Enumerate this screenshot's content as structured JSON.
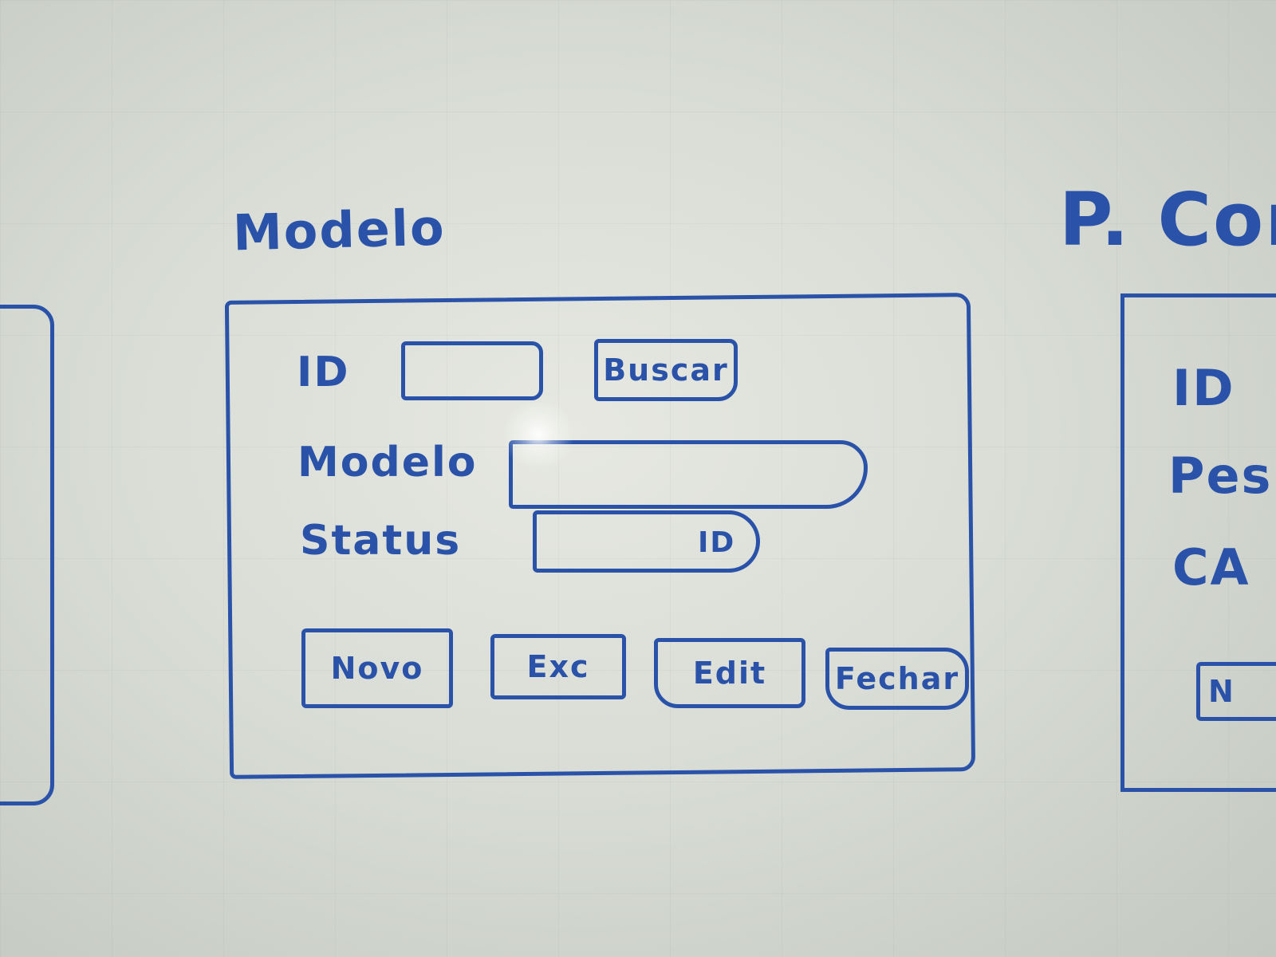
{
  "left_title": "Modelo",
  "form": {
    "id_label": "ID",
    "search_button": "Buscar",
    "modelo_label": "Modelo",
    "status_label": "Status",
    "status_field_hint": "ID",
    "buttons": {
      "novo": "Novo",
      "exc": "Exc",
      "edit": "Edit",
      "fechar": "Fechar"
    }
  },
  "right_panel": {
    "title": "P. Con",
    "id_label": "ID",
    "peso_label": "Pes",
    "ca_label": "CA",
    "button_fragment": "N"
  },
  "colors": {
    "marker_ink": "#2a52a8",
    "whiteboard": "#dfe2dc"
  }
}
